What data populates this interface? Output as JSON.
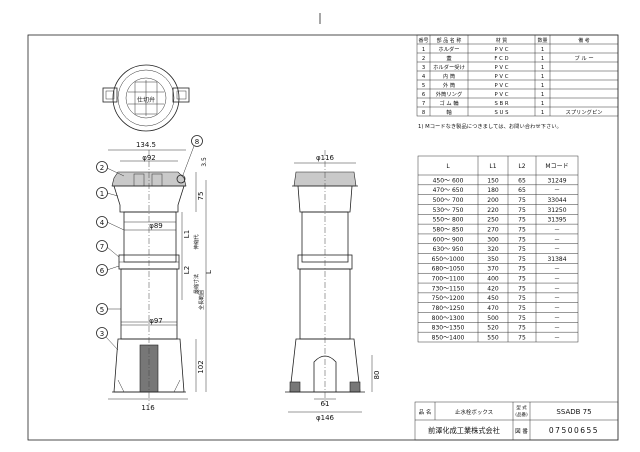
{
  "parts_table": {
    "headers": [
      "番号",
      "部 品 名 称",
      "材 質",
      "数量",
      "備 考"
    ],
    "rows": [
      [
        "1",
        "ホルダー",
        "P V C",
        "1",
        ""
      ],
      [
        "2",
        "蓋",
        "F C D",
        "1",
        "ブ ル ー"
      ],
      [
        "3",
        "ホルダー受け",
        "P V C",
        "1",
        ""
      ],
      [
        "4",
        "内 筒",
        "P V C",
        "1",
        ""
      ],
      [
        "5",
        "外 筒",
        "P V C",
        "1",
        ""
      ],
      [
        "6",
        "外筒リング",
        "P V C",
        "1",
        ""
      ],
      [
        "7",
        "ゴ ム 輪",
        "S B R",
        "1",
        ""
      ],
      [
        "8",
        "軸",
        "S U S",
        "1",
        "スプリングピン"
      ]
    ]
  },
  "note": "1) Mコードなき製品につきましては、お問い合わせ下さい。",
  "size_table": {
    "headers": [
      "L",
      "L1",
      "L2",
      "Mコード"
    ],
    "rows": [
      [
        "450～ 600",
        "150",
        "65",
        "31249"
      ],
      [
        "470～ 650",
        "180",
        "65",
        "－"
      ],
      [
        "500～ 700",
        "200",
        "75",
        "33044"
      ],
      [
        "530～ 750",
        "220",
        "75",
        "31250"
      ],
      [
        "550～ 800",
        "250",
        "75",
        "31395"
      ],
      [
        "580～ 850",
        "270",
        "75",
        "－"
      ],
      [
        "600～ 900",
        "300",
        "75",
        "－"
      ],
      [
        "630～ 950",
        "320",
        "75",
        "－"
      ],
      [
        "650～1000",
        "350",
        "75",
        "31384"
      ],
      [
        "680～1050",
        "370",
        "75",
        "－"
      ],
      [
        "700～1100",
        "400",
        "75",
        "－"
      ],
      [
        "730～1150",
        "420",
        "75",
        "－"
      ],
      [
        "750～1200",
        "450",
        "75",
        "－"
      ],
      [
        "780～1250",
        "470",
        "75",
        "－"
      ],
      [
        "800～1300",
        "500",
        "75",
        "－"
      ],
      [
        "830～1350",
        "520",
        "75",
        "－"
      ],
      [
        "850～1400",
        "550",
        "75",
        "－"
      ]
    ]
  },
  "title_block": {
    "name_label": "品 名",
    "name_value": "止水栓ボックス",
    "model_label": "型 式\n(品番)",
    "model_value": "SSADB 75",
    "company": "前澤化成工業株式会社",
    "drawing_no_label": "図 番",
    "drawing_no_value": "07500655"
  },
  "dimensions": {
    "d_134_5": "134.5",
    "d_phi92": "φ92",
    "d_3_5": "3.5",
    "d_75": "75",
    "d_phi89": "φ89",
    "d_L1": "L1",
    "d_L2": "L2",
    "d_L": "L",
    "d_phi97": "φ97",
    "d_102": "102",
    "d_116_left": "116",
    "d_phi116": "φ116",
    "d_80": "80",
    "d_61": "61",
    "d_phi146": "φ146",
    "label_adjust_1": "伸縮代",
    "label_adjust_2": "最縮寸法",
    "label_total": "全長範囲"
  },
  "balloons": [
    "1",
    "2",
    "3",
    "4",
    "5",
    "6",
    "7",
    "8"
  ],
  "lid_marking": "仕切弁"
}
